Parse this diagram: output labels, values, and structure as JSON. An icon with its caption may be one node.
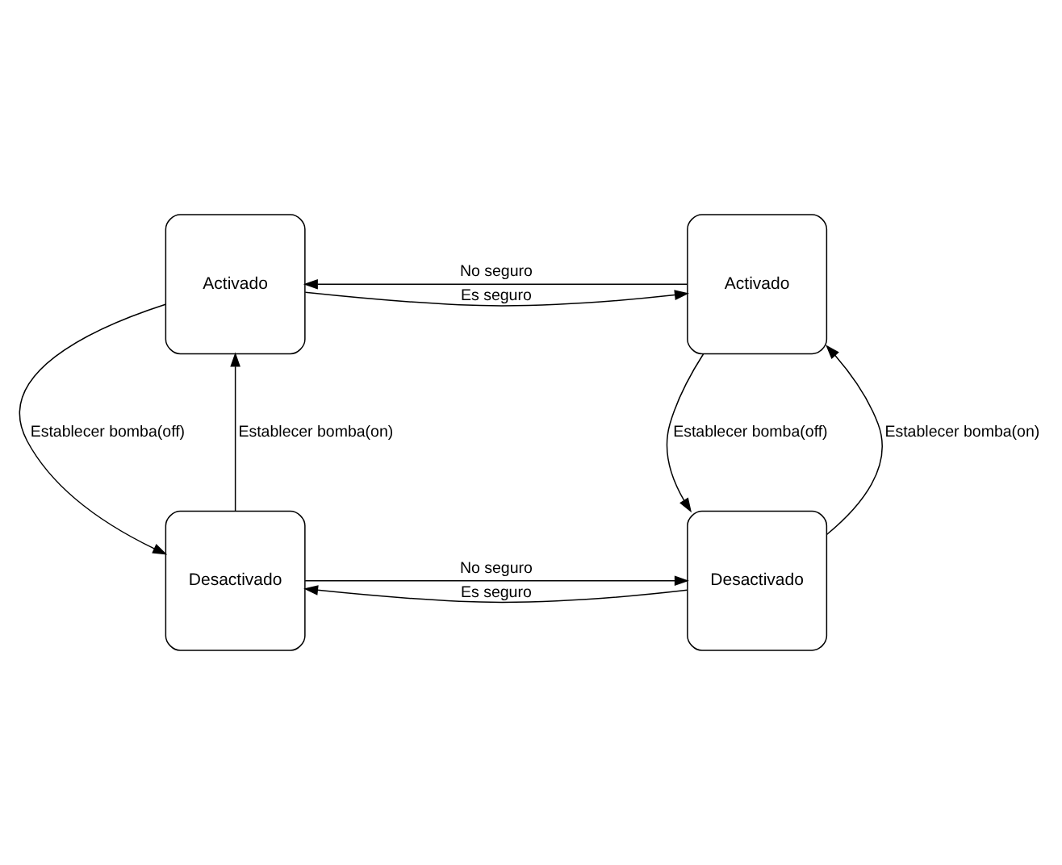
{
  "diagram": {
    "nodes": [
      {
        "text": [
          "Activado"
        ]
      },
      {
        "text": [
          "Activado"
        ]
      },
      {
        "text": [
          "Desactivado"
        ]
      },
      {
        "text": [
          "Desactivado"
        ]
      }
    ],
    "edges": [
      {
        "from": 1,
        "to": 0,
        "arrow": "to",
        "label": "No seguro"
      },
      {
        "from": 0,
        "to": 1,
        "arrow": "to",
        "label": "Es seguro"
      },
      {
        "from": 2,
        "to": 0,
        "arrow": "to",
        "label": "Establecer bomba(on)"
      },
      {
        "from": 0,
        "to": 2,
        "arrow": "to",
        "label": "Establecer bomba(off)"
      },
      {
        "from": 3,
        "to": 1,
        "arrow": "to",
        "label": "Establecer bomba(on)"
      },
      {
        "from": 1,
        "to": 3,
        "arrow": "to",
        "label": "Establecer bomba(off)"
      },
      {
        "from": 3,
        "to": 2,
        "arrow": "to",
        "label": "Es seguro"
      },
      {
        "from": 2,
        "to": 3,
        "arrow": "to",
        "label": "No seguro"
      }
    ]
  }
}
